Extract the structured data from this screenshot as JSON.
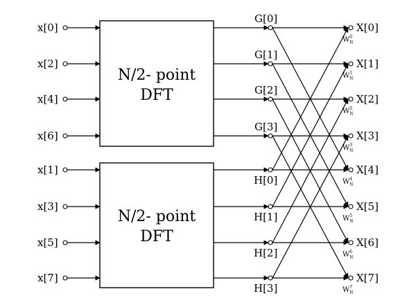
{
  "inputs_even": [
    "x[0]",
    "x[2]",
    "x[4]",
    "x[6]"
  ],
  "inputs_odd": [
    "x[1]",
    "x[3]",
    "x[5]",
    "x[7]"
  ],
  "block_top": {
    "line1": "N/2- point",
    "line2": "DFT"
  },
  "block_bottom": {
    "line1": "N/2- point",
    "line2": "DFT"
  },
  "g_labels": [
    "G[0]",
    "G[1]",
    "G[2]",
    "G[3]"
  ],
  "h_labels": [
    "H[0]",
    "H[1]",
    "H[2]",
    "H[3]"
  ],
  "outputs": [
    "X[0]",
    "X[1]",
    "X[2]",
    "X[3]",
    "X[4]",
    "X[5]",
    "X[6]",
    "X[7]"
  ],
  "twiddles": [
    {
      "base": "W",
      "sub": "N",
      "sup": "0"
    },
    {
      "base": "W",
      "sub": "N",
      "sup": "1"
    },
    {
      "base": "W",
      "sub": "N",
      "sup": "2"
    },
    {
      "base": "W",
      "sub": "N",
      "sup": "3"
    },
    {
      "base": "W",
      "sub": "N",
      "sup": "4"
    },
    {
      "base": "W",
      "sub": "N",
      "sup": "5"
    },
    {
      "base": "W",
      "sub": "N",
      "sup": "6"
    },
    {
      "base": "W",
      "sub": "N",
      "sup": "7"
    }
  ]
}
